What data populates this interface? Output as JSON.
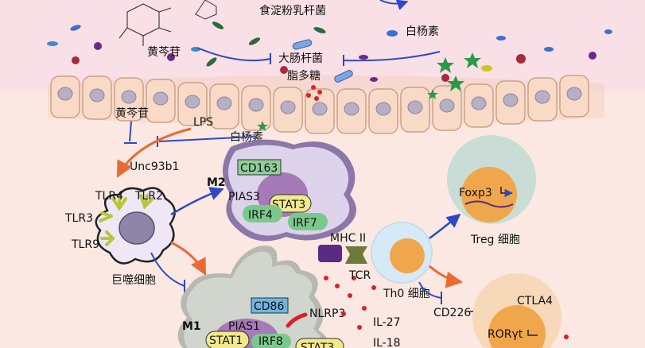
{
  "gut_lumen": {
    "baicalin": "黄芩苷",
    "lactobacillus_amylovorus": "食淀粉乳杆菌",
    "myricetin": "白杨素",
    "e_coli": "大肠杆菌",
    "lps_cn": "脂多糖"
  },
  "lamina_propria": {
    "baicalin": "黄芩苷",
    "lps": "LPS",
    "myricetin": "白杨素",
    "unc93b1": "Unc93b1"
  },
  "macrophage": {
    "label": "巨噬细胞",
    "tlr4": "TLR4",
    "tlr2": "TLR2",
    "tlr3": "TLR3",
    "tlr9": "TLR9"
  },
  "m2": {
    "title": "M2",
    "marker": "CD163",
    "pias3": "PIAS3",
    "stat3": "STAT3",
    "irf4": "IRF4",
    "irf7": "IRF7"
  },
  "m1": {
    "title": "M1",
    "marker": "CD86",
    "pias1": "PIAS1",
    "stat1": "STAT1",
    "irf8": "IRF8",
    "stat3_partial": "STAT3",
    "nlrp3": "NLRP3"
  },
  "cytokines": {
    "il27": "IL-27",
    "il18": "IL-18"
  },
  "t_cells": {
    "mhc": "MHC II",
    "tcr": "TCR",
    "th0": "Th0 细胞",
    "treg": "Treg 细胞",
    "foxp3": "Foxp3",
    "cd226": "CD226",
    "ctla4": "CTLA4",
    "rorgt": "RORγt"
  },
  "colors": {
    "lumen_bg": "#f9dfe6",
    "tissue_bg": "#fbe7dd",
    "epithelium": "#f8d8c4",
    "m2_cell": "#d2c6e0",
    "m1_cell": "#c4c7c2",
    "cd_marker": "#8fcf9a",
    "cd86_marker": "#6fb4e0",
    "stat_green": "#7ac98c",
    "stat_yellow": "#f2e88c",
    "th0": "#d6e9f7",
    "th0_nucleus": "#f0a64a",
    "treg": "#c9ddd6",
    "th17": "#f7d8b9",
    "arrow_blue": "#2d49c8",
    "arrow_orange": "#ea6a33"
  }
}
